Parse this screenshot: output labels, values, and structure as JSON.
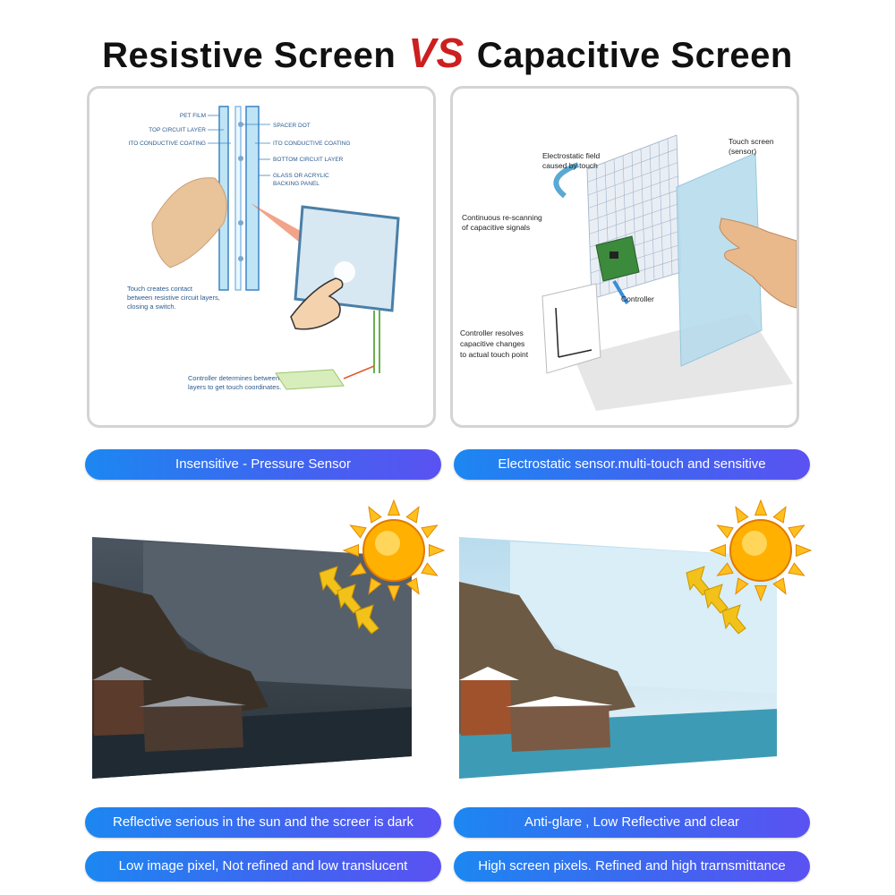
{
  "header": {
    "left": "Resistive Screen",
    "vs": "VS",
    "right": "Capacitive Screen"
  },
  "resistive_diagram": {
    "labels": {
      "pet_film": "PET FILM",
      "top_circuit": "TOP CIRCUIT LAYER",
      "ito_left": "ITO CONDUCTIVE COATING",
      "spacer_dot": "SPACER DOT",
      "ito_right": "ITO CONDUCTIVE COATING",
      "bottom_circuit": "BOTTOM CIRCUIT LAYER",
      "glass_1": "GLASS OR ACRYLIC",
      "glass_2": "BACKING PANEL",
      "touch_1": "Touch creates contact",
      "touch_2": "between resistive circuit layers,",
      "touch_3": "closing a switch.",
      "controller_1": "Controller determines between",
      "controller_2": "layers to get touch coordinates."
    }
  },
  "capacitive_diagram": {
    "labels": {
      "field_1": "Electrostatic field",
      "field_2": "caused by touch",
      "screen_1": "Touch screen",
      "screen_2": "(sensor)",
      "scan_1": "Continuous re-scanning",
      "scan_2": "of capacitive signals",
      "controller": "Controller",
      "resolve_1": "Controller resolves",
      "resolve_2": "capacitive changes",
      "resolve_3": "to actual touch point"
    }
  },
  "features": {
    "resistive_sensor": "Insensitive - Pressure Sensor",
    "capacitive_sensor": "Electrostatic sensor.multi-touch and sensitive",
    "resistive_sun": "Reflective serious in the sun and the screer is dark",
    "capacitive_sun": "Anti-glare , Low Reflective and clear",
    "resistive_pixel": "Low image pixel, Not refined and low translucent",
    "capacitive_pixel": "High screen pixels. Refined and high trarnsmittance"
  },
  "colors": {
    "vs": "#cc1f1f",
    "pill_start": "#1c87f1",
    "pill_end": "#5a52f2",
    "sun": "#ffb300"
  }
}
